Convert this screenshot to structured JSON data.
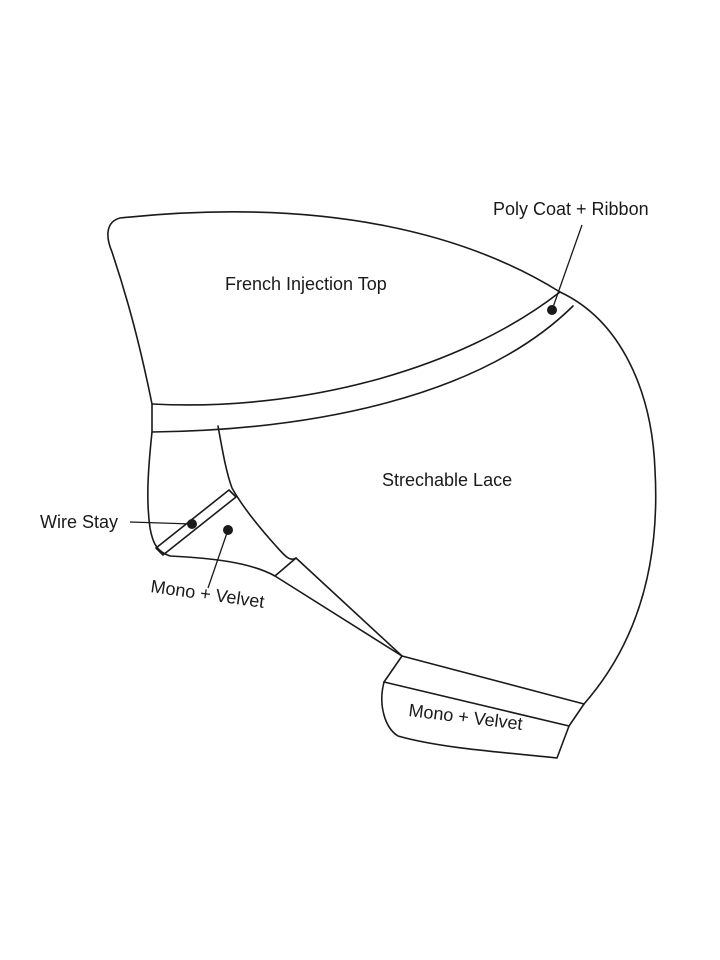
{
  "labels": {
    "french_injection_top": "French Injection Top",
    "poly_coat_ribbon": "Poly Coat + Ribbon",
    "strechable_lace": "Strechable Lace",
    "wire_stay": "Wire Stay",
    "mono_velvet_ear": "Mono + Velvet",
    "mono_velvet_nape": "Mono + Velvet"
  },
  "colors": {
    "line": "#1a1a1a",
    "background": "#ffffff"
  }
}
